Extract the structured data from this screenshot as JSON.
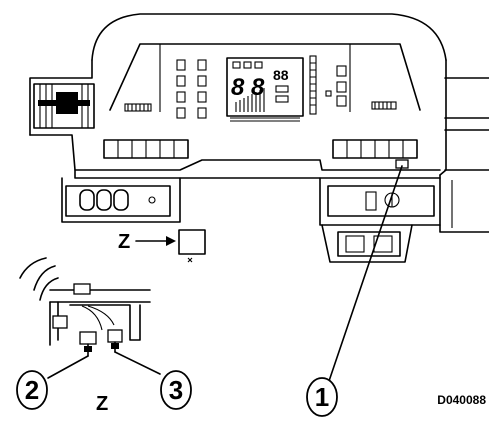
{
  "view_label": "Z",
  "callouts": [
    "1",
    "2",
    "3"
  ],
  "drawing_code": "D040088",
  "colors": {
    "line": "#000000",
    "background": "#ffffff"
  }
}
